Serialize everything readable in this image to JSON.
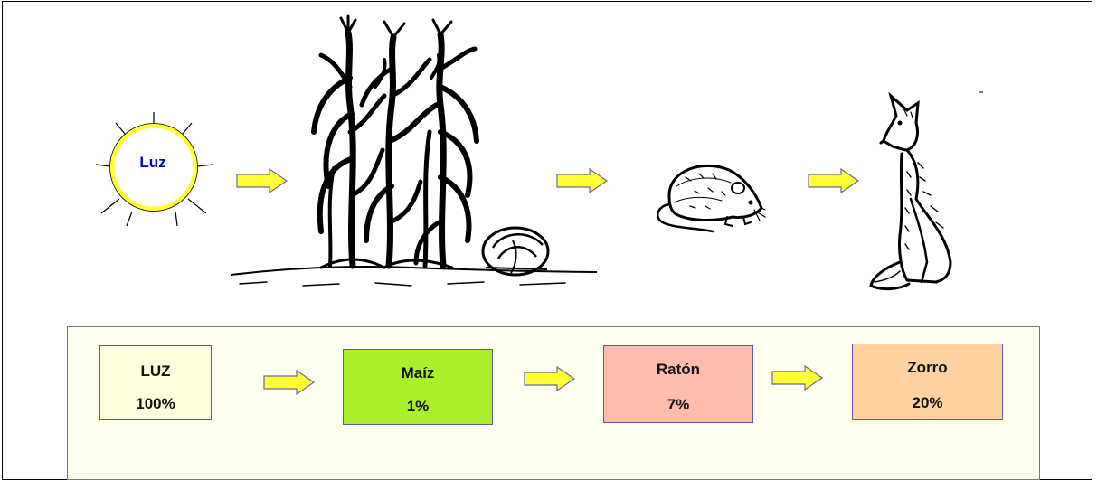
{
  "colors": {
    "sun_fill": "#ffffff",
    "sun_ring": "#ffff33",
    "arrow_fill": "#ffff33",
    "arrow_stroke": "#6666aa",
    "panel_bg": "#fffff0",
    "luz_box": "#ffffe0",
    "maiz_box": "#aaf02a",
    "raton_box": "#ffbcaa",
    "zorro_box": "#ffd2a0",
    "sun_label": "#0000cc"
  },
  "illustrations": {
    "sun_label": "Luz",
    "icons": [
      "sun-icon",
      "corn-plant-icon",
      "cabbage-icon",
      "mouse-icon",
      "fox-icon"
    ]
  },
  "levels": [
    {
      "name": "LUZ",
      "percent": "100%"
    },
    {
      "name": "Maíz",
      "percent": "1%"
    },
    {
      "name": "Ratón",
      "percent": "7%"
    },
    {
      "name": "Zorro",
      "percent": "20%"
    }
  ]
}
